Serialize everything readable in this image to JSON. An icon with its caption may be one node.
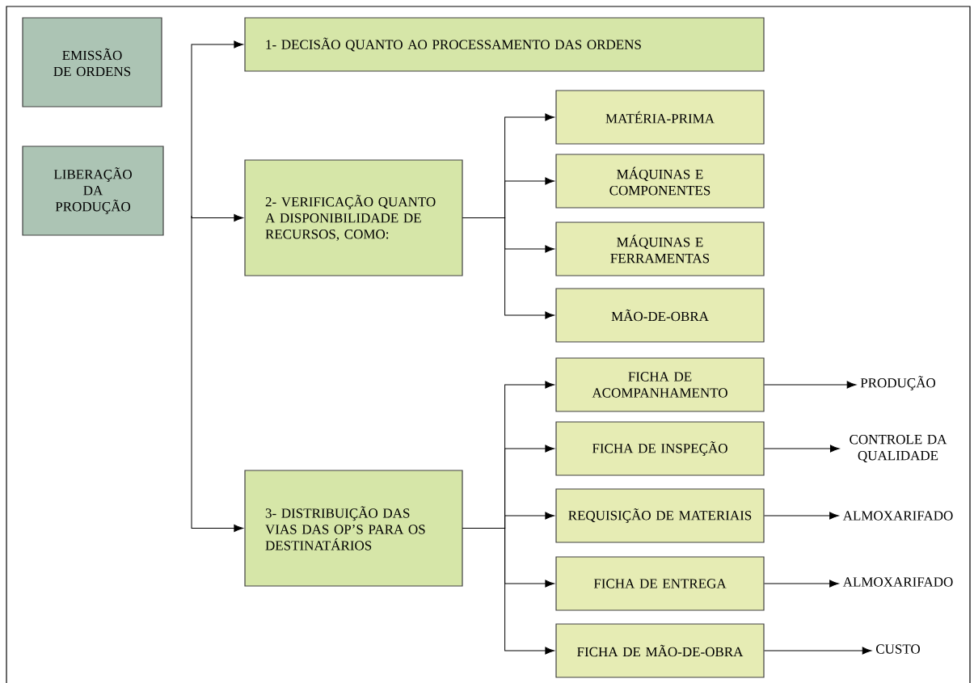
{
  "diagram": {
    "nodes": [
      {
        "text": [
          "EMISSÃO DE ORDENS"
        ]
      },
      {
        "text": [
          "LIBERAÇÃO DA PRODUÇÃO"
        ]
      },
      {
        "text": [
          "1- DECISÃO QUANTO AO PROCESSAMENTO DAS ORDENS"
        ]
      },
      {
        "text": [
          "2- VERIFICAÇÃO QUANTO A DISPONIBILIDADE DE RECURSOS, COMO:"
        ]
      },
      {
        "text": [
          "MATÉRIA-PRIMA"
        ]
      },
      {
        "text": [
          "MÁQUINAS E COMPONENTES"
        ]
      },
      {
        "text": [
          "MÁQUINAS E FERRAMENTAS"
        ]
      },
      {
        "text": [
          "MÃO-DE-OBRA"
        ]
      },
      {
        "text": [
          "3- DISTRIBUIÇÃO DAS VIAS DAS OP’S PARA OS DESTINATÁRIOS"
        ]
      },
      {
        "text": [
          "FICHA DE ACOMPANHAMENTO"
        ]
      },
      {
        "text": [
          "FICHA DE INSPEÇÃO"
        ]
      },
      {
        "text": [
          "REQUISIÇÃO DE MATERIAIS"
        ]
      },
      {
        "text": [
          "FICHA DE ENTREGA"
        ]
      },
      {
        "text": [
          "FICHA DE MÃO-DE-OBRA"
        ]
      },
      {
        "text": [
          "PRODUÇÃO"
        ]
      },
      {
        "text": [
          "CONTROLE DA QUALIDADE"
        ]
      },
      {
        "text": [
          "ALMOXARIFADO"
        ]
      },
      {
        "text": [
          "ALMOXARIFADO"
        ]
      },
      {
        "text": [
          "CUSTO"
        ]
      }
    ],
    "edges": [
      {
        "from": null,
        "to": 2,
        "arrow": "to"
      },
      {
        "from": null,
        "to": 3,
        "arrow": "to"
      },
      {
        "from": null,
        "to": 8,
        "arrow": "to"
      },
      {
        "from": 3,
        "to": 4,
        "arrow": "to"
      },
      {
        "from": 3,
        "to": 5,
        "arrow": "to"
      },
      {
        "from": 3,
        "to": 6,
        "arrow": "to"
      },
      {
        "from": 3,
        "to": 7,
        "arrow": "to"
      },
      {
        "from": 8,
        "to": 9,
        "arrow": "to"
      },
      {
        "from": 8,
        "to": 10,
        "arrow": "to"
      },
      {
        "from": 8,
        "to": 11,
        "arrow": "to"
      },
      {
        "from": 8,
        "to": 12,
        "arrow": "to"
      },
      {
        "from": 8,
        "to": 13,
        "arrow": "to"
      },
      {
        "from": 9,
        "to": 14,
        "arrow": "to"
      },
      {
        "from": 10,
        "to": 15,
        "arrow": "to"
      },
      {
        "from": 11,
        "to": 16,
        "arrow": "to"
      },
      {
        "from": 12,
        "to": 17,
        "arrow": "to"
      },
      {
        "from": 13,
        "to": 18,
        "arrow": "to"
      }
    ]
  }
}
